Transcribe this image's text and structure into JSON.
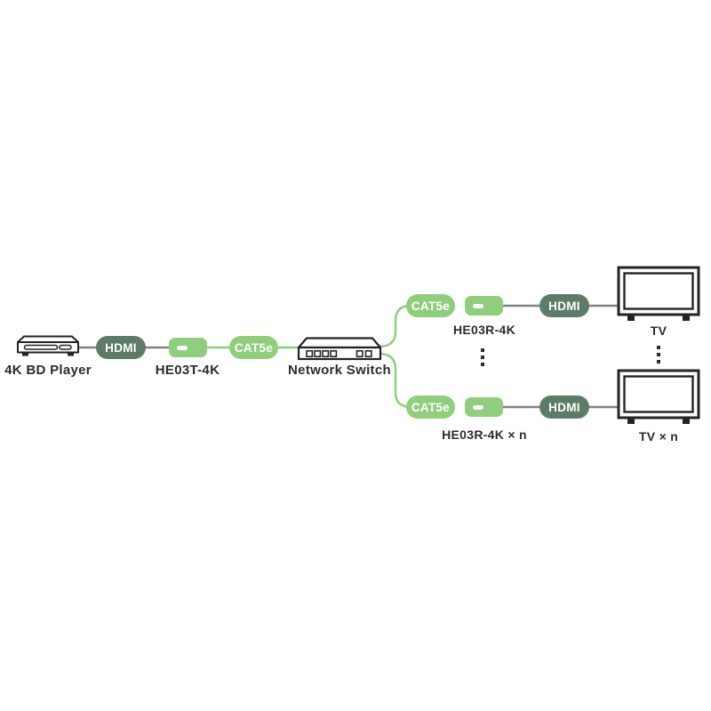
{
  "nodes": {
    "player": {
      "label": "4K BD Player"
    },
    "transmitter": {
      "label": "HE03T-4K"
    },
    "network_switch": {
      "label": "Network Switch"
    },
    "receiver_top": {
      "label": "HE03R-4K"
    },
    "tv_top": {
      "label": "TV"
    },
    "receiver_bottom": {
      "label": "HE03R-4K × n"
    },
    "tv_bottom": {
      "label": "TV × n"
    }
  },
  "badges": {
    "hdmi_source": "HDMI",
    "cat5e_source": "CAT5e",
    "cat5e_branch_top": "CAT5e",
    "hdmi_branch_top": "HDMI",
    "cat5e_branch_bottom": "CAT5e",
    "hdmi_branch_bottom": "HDMI"
  },
  "icons": {
    "player": "bd-player-icon",
    "network_switch": "network-switch-icon",
    "tv": "tv-icon",
    "extender": "extender-box-icon",
    "repeat_indicator": "vertical-ellipsis-dots-icon"
  },
  "colors": {
    "cat5e_green": "#8fce7c",
    "hdmi_dark_green": "#5d7c68",
    "hdmi_cable_gray": "#838383",
    "label_ink": "#2c2c2c",
    "device_outline": "#242424",
    "background": "#ffffff"
  }
}
